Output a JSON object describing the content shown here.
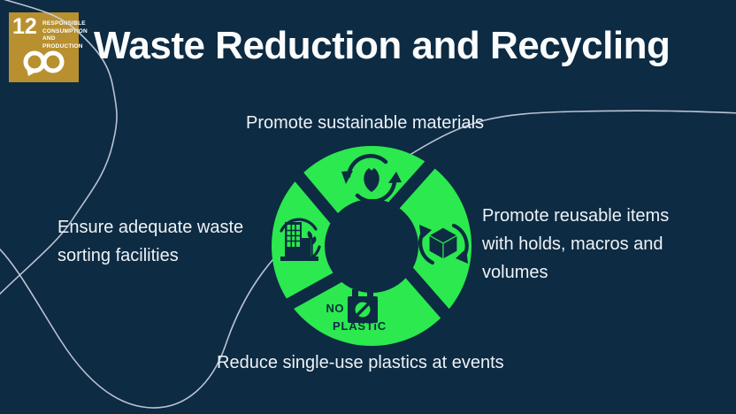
{
  "slide": {
    "title": "Waste Reduction and Recycling",
    "sdg_badge": {
      "number": "12",
      "label_lines": [
        "RESPONSIBLE",
        "CONSUMPTION",
        "AND PRODUCTION"
      ]
    },
    "diagram": {
      "top_label": "Promote sustainable materials",
      "right_label": "Promote reusable items with holds, macros and volumes",
      "left_label": "Ensure adequate waste sorting facilities",
      "bottom_label": "Reduce single-use plastics at events",
      "no_plastic_line1": "NO",
      "no_plastic_line2": "PLASTiC"
    },
    "colors": {
      "background": "#0d2b42",
      "ring_green": "#2be94f",
      "badge_gold": "#b8902f",
      "text": "#eef2f8",
      "curve_line": "#cdd3e6"
    }
  }
}
